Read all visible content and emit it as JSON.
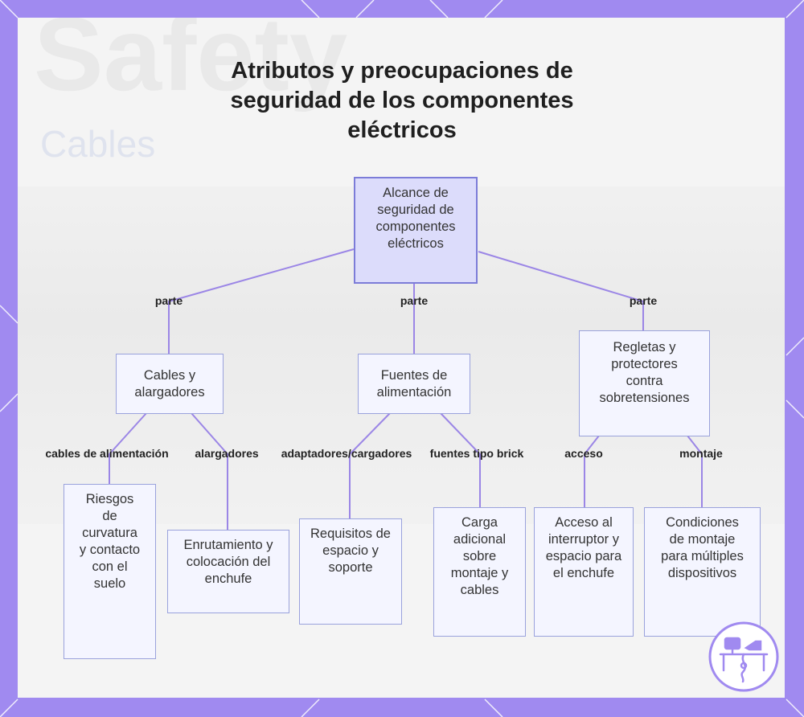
{
  "title": {
    "line1": "Atributos y preocupaciones de",
    "line2": "seguridad de los componentes",
    "line3": "eléctricos"
  },
  "background_text": {
    "big": "Safety",
    "small": "Cables"
  },
  "nodes": {
    "root": "Alcance de seguridad de componentes eléctricos",
    "cables": "Cables y alargadores",
    "fuentes": "Fuentes de alimentación",
    "regletas": "Regletas y protectores contra sobretensiones",
    "riesgos": "Riesgos de curvatura y contacto con el suelo",
    "enrutamiento": "Enrutamiento y colocación del enchufe",
    "requisitos": "Requisitos de espacio y soporte",
    "carga": "Carga adicional sobre montaje y cables",
    "acceso": "Acceso al interruptor y espacio para el enchufe",
    "condiciones": "Condiciones de montaje para múltiples dispositivos"
  },
  "edge_labels": {
    "parte_1": "parte",
    "parte_2": "parte",
    "parte_3": "parte",
    "cables_alimentacion": "cables de alimentación",
    "alargadores": "alargadores",
    "adaptadores": "adaptadores/cargadores",
    "brick": "fuentes tipo brick",
    "acceso": "acceso",
    "montaje": "montaje"
  },
  "colors": {
    "frame": "#a08af0",
    "edge": "#9b86e6",
    "root_fill": "#dcdcfb",
    "node_fill": "#f4f5ff"
  },
  "logo_icon": "workstation-logo-icon"
}
